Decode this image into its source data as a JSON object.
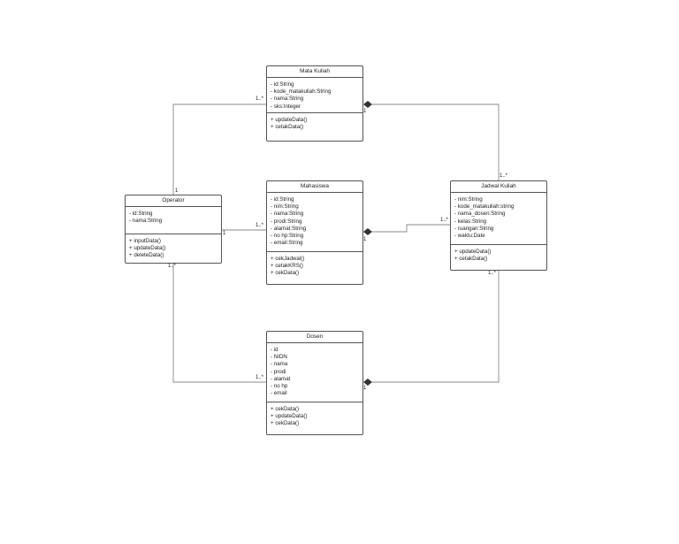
{
  "classes": {
    "mata_kuliah": {
      "name": "Mata Kuliah",
      "attributes": [
        "- id:String",
        "- kode_matakuliah:String",
        "- nama:String",
        "- sks:Integer"
      ],
      "operations": [
        "+ updateData()",
        "+ cetakData()"
      ]
    },
    "mahasiswa": {
      "name": "Mahasiswa",
      "attributes": [
        "- id:String",
        "- nim:String",
        "- nama:String",
        "- prodi:String",
        "- alamat:String",
        "- no hp:String",
        "- email:String"
      ],
      "operations": [
        "+ cekJadwal()",
        "+ cetakKRS()",
        "+ cekData()"
      ]
    },
    "operator": {
      "name": "Operator",
      "attributes": [
        "- id:String",
        "- nama:String"
      ],
      "operations": [
        "+ inputData()",
        "+ updateData()",
        "+ deleteData()"
      ]
    },
    "jadwal_kuliah": {
      "name": "Jadwal Kuliah",
      "attributes": [
        "- nim:String",
        "- kode_matakuliah:string",
        "- nama_dosen:String",
        "- kelas:String",
        "- ruangan:String",
        "- waktu:Date"
      ],
      "operations": [
        "+ updateData()",
        "+ cetakData()"
      ]
    },
    "dosen": {
      "name": "Dosen",
      "attributes": [
        "- id",
        "- NIDN",
        "- nama",
        "- prodi",
        "- alamat",
        "- no hp",
        "- email"
      ],
      "operations": [
        "+ cekData()",
        "+ updateData()",
        "+ cekData()"
      ]
    }
  },
  "multiplicities": {
    "mk_left": "1..*",
    "mk_right": "1",
    "op_top": "1",
    "op_right": "1",
    "op_bottom": "1..*",
    "mhs_left": "1..*",
    "mhs_right": "1",
    "jk_top": "1..*",
    "jk_left": "1..*",
    "jk_bottom": "1..*",
    "dosen_left": "1..*",
    "dosen_right": "1"
  },
  "colors": {
    "line": "#888888",
    "border": "#555555",
    "diamond": "#333333"
  }
}
